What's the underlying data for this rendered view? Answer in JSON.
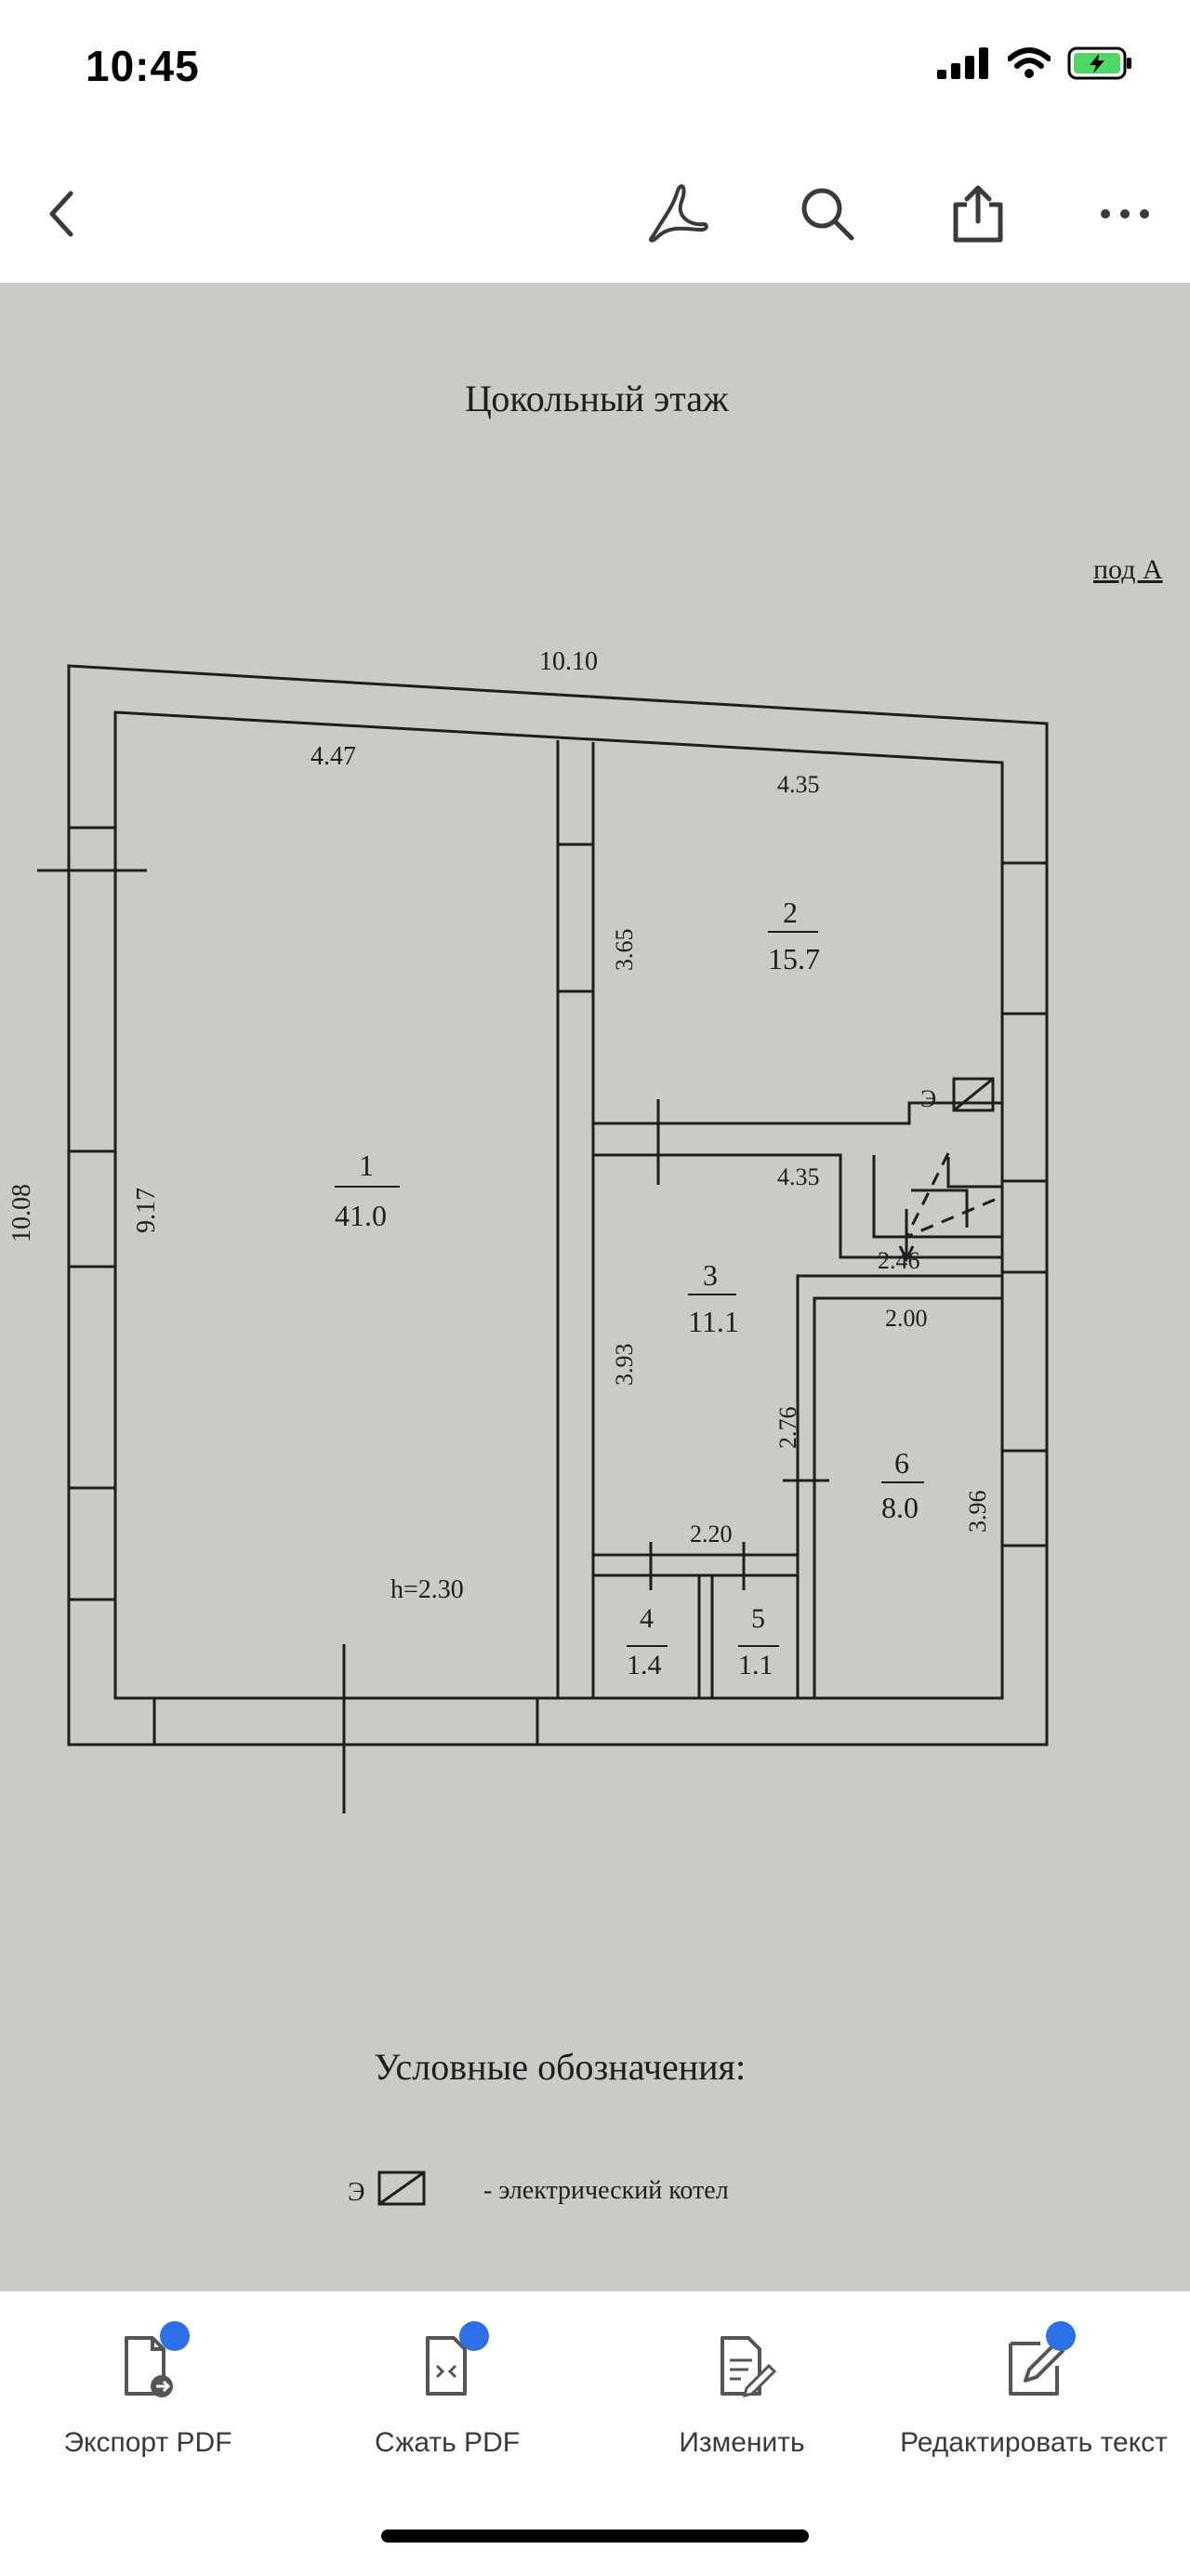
{
  "status_bar": {
    "time": "10:45"
  },
  "toolbar": {
    "back_icon": "chevron-left-icon",
    "acrobat_icon": "acrobat-icon",
    "search_icon": "search-icon",
    "share_icon": "share-icon",
    "more_icon": "more-icon"
  },
  "document": {
    "title": "Цокольный этаж",
    "corner_label": "под А",
    "dims": {
      "top_outer": "10.10",
      "left_outer": "10.08",
      "room1_width": "4.47",
      "room1_height": "9.17",
      "room2_width": "4.35",
      "room2_height": "3.65",
      "room3_width": "4.35",
      "room3_height": "3.93",
      "stair_w": "2.46",
      "room6_width": "2.00",
      "room6_height": "3.96",
      "corridor_width": "2.20",
      "door_dim": "2.76"
    },
    "rooms": [
      {
        "num": "1",
        "area": "41.0"
      },
      {
        "num": "2",
        "area": "15.7"
      },
      {
        "num": "3",
        "area": "11.1"
      },
      {
        "num": "4",
        "area": "1.4"
      },
      {
        "num": "5",
        "area": "1.1"
      },
      {
        "num": "6",
        "area": "8.0"
      }
    ],
    "height_label": "h=2.30",
    "boiler_mark": "Э",
    "legend_title": "Условные обозначения:",
    "legend_mark": "Э",
    "legend_text": "- электрический котел"
  },
  "actions": [
    {
      "label": "Экспорт PDF",
      "icon": "export-pdf-icon"
    },
    {
      "label": "Сжать PDF",
      "icon": "compress-pdf-icon"
    },
    {
      "label": "Изменить",
      "icon": "edit-document-icon"
    },
    {
      "label": "Редактировать текст",
      "icon": "edit-text-icon"
    }
  ],
  "colors": {
    "accent": "#2d6fe8",
    "paper": "#c9cbc6",
    "battery": "#4cd964"
  }
}
